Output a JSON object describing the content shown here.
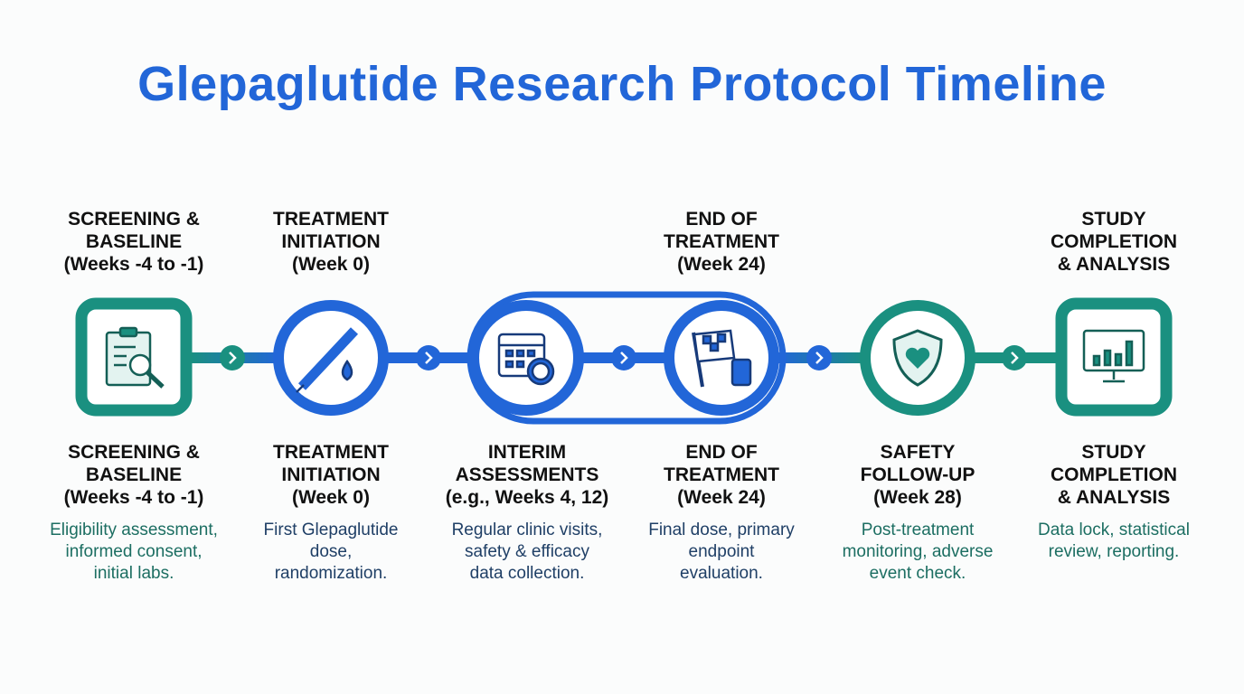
{
  "title": "Glepaglutide Research Protocol Timeline",
  "colors": {
    "blue": "#2266d8",
    "teal": "#1a9080"
  },
  "top_labels": [
    [
      "SCREENING &",
      "BASELINE",
      "(Weeks -4 to -1)"
    ],
    [
      "TREATMENT",
      "INITIATION",
      "(Week 0)"
    ],
    [],
    [
      "END OF",
      "TREATMENT",
      "(Week 24)"
    ],
    [],
    [
      "STUDY",
      "COMPLETION",
      "& ANALYSIS"
    ]
  ],
  "stages": [
    {
      "lines": [
        "SCREENING &",
        "BASELINE",
        "(Weeks -4 to -1)"
      ],
      "desc": [
        "Eligibility assessment,",
        "informed consent,",
        "initial labs."
      ],
      "icon": "clipboard-search-icon"
    },
    {
      "lines": [
        "TREATMENT",
        "INITIATION",
        "(Week 0)"
      ],
      "desc": [
        "First Glepaglutide",
        "dose,",
        "randomization."
      ],
      "icon": "injection-pen-icon"
    },
    {
      "lines": [
        "INTERIM",
        "ASSESSMENTS",
        "(e.g., Weeks 4, 12)"
      ],
      "desc": [
        "Regular clinic visits,",
        "safety & efficacy",
        "data collection."
      ],
      "icon": "calendar-clock-icon"
    },
    {
      "lines": [
        "END OF",
        "TREATMENT",
        "(Week 24)"
      ],
      "desc": [
        "Final dose, primary",
        "endpoint",
        "evaluation."
      ],
      "icon": "finish-flag-medicine-icon"
    },
    {
      "lines": [
        "SAFETY",
        "FOLLOW-UP",
        "(Week 28)"
      ],
      "desc": [
        "Post-treatment",
        "monitoring, adverse",
        "event check."
      ],
      "icon": "shield-heart-icon"
    },
    {
      "lines": [
        "STUDY",
        "COMPLETION",
        "& ANALYSIS"
      ],
      "desc": [
        "Data lock, statistical",
        "review, reporting."
      ],
      "icon": "monitor-chart-icon"
    }
  ]
}
